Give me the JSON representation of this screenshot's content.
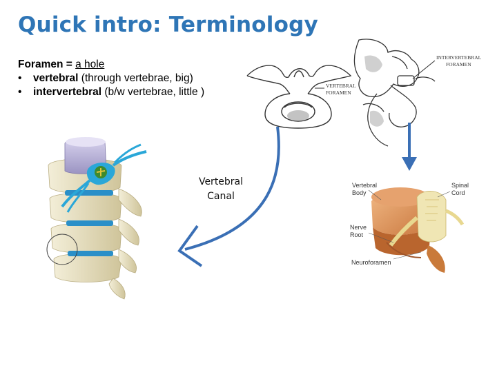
{
  "slide": {
    "title": "Quick intro: Terminology",
    "definition_term": "Foramen = ",
    "definition_value": "a hole",
    "bullets": [
      {
        "term": "vertebral",
        "detail": " (through vertebrae, big)"
      },
      {
        "term": "intervertebral",
        "detail": " (b/w vertebrae, little )"
      }
    ],
    "caption_line1": "Vertebral",
    "caption_line2": "Canal"
  },
  "diagram_labels": {
    "vertebral_foramen_1": "VERTEBRAL",
    "vertebral_foramen_2": "FORAMEN",
    "intervertebral_foramen_1": "INTERVERTEBRAL",
    "intervertebral_foramen_2": "FORAMEN",
    "vertebral_body_1": "Vertebral",
    "vertebral_body_2": "Body",
    "spinal_cord_1": "Spinal",
    "spinal_cord_2": "Cord",
    "nerve_root_1": "Nerve",
    "nerve_root_2": "Root",
    "neuroforamen": "Neuroforamen"
  },
  "colors": {
    "title": "#2e75b6",
    "arrow": "#3a6fb5",
    "bone": "#e9e2c4",
    "disc": "#b9b3d6",
    "nerve": "#2aa7d8"
  }
}
